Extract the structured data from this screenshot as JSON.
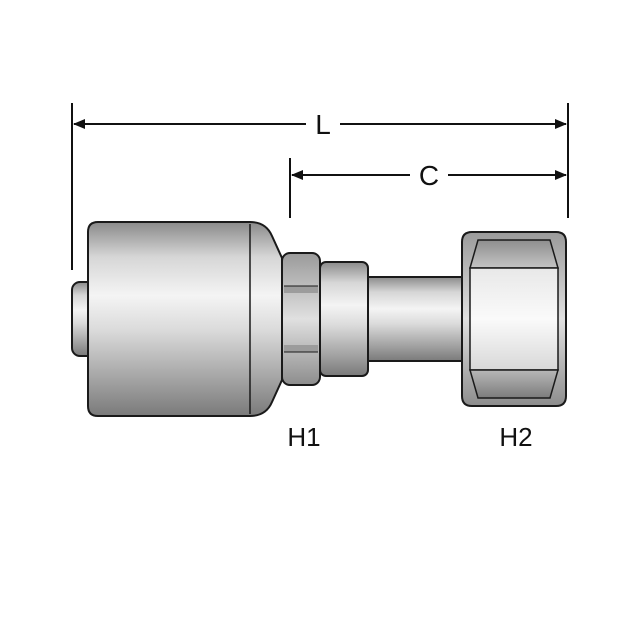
{
  "dimensions": {
    "overall_length_label": "L",
    "cutoff_length_label": "C"
  },
  "parts": {
    "hex1_label": "H1",
    "hex2_label": "H2"
  },
  "colors": {
    "line": "#111111",
    "metal_light": "#f2f2f2",
    "metal_mid": "#bdbdbd",
    "metal_dark": "#7a7a7a"
  }
}
